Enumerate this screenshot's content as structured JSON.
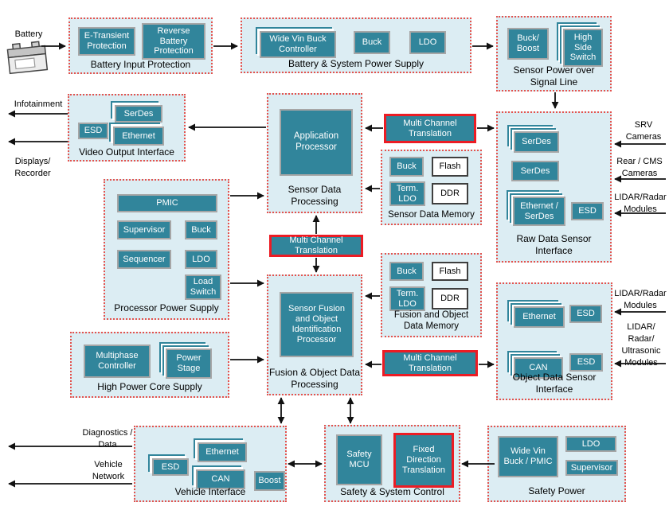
{
  "colors": {
    "block_teal": "#31859B",
    "group_background": "#DCEDF3",
    "group_border_red": "#E4524D",
    "highlight_red": "#EC1C24",
    "block_border_gray": "#A6A6A6"
  },
  "icons": {
    "battery": "battery-icon"
  },
  "external": {
    "battery": "Battery",
    "infotainment": "Infotainment",
    "displays_recorder": "Displays/ Recorder",
    "srv_cameras": "SRV Cameras",
    "rear_cms_cameras": "Rear / CMS Cameras",
    "lidar_radar_modules_top": "LIDAR/Radar Modules",
    "lidar_radar_modules_mid": "LIDAR/Radar Modules",
    "lidar_radar_ultrasonic_modules": "LIDAR/ Radar/ Ultrasonic Modules",
    "diagnostics_data": "Diagnostics / Data",
    "vehicle_network": "Vehicle Network"
  },
  "translations": {
    "mct1": "Multi Channel Translation",
    "mct2": "Multi Channel Translation",
    "mct3": "Multi Channel Translation"
  },
  "groups": {
    "battery_input_protection": {
      "label": "Battery Input Protection",
      "blocks": {
        "e_transient": "E-Transient Protection",
        "reverse_battery": "Reverse Battery Protection"
      }
    },
    "battery_system_power": {
      "label": "Battery & System Power Supply",
      "blocks": {
        "wide_vin_buck": "Wide Vin Buck Controller",
        "buck": "Buck",
        "ldo": "LDO"
      }
    },
    "sensor_power_signal": {
      "label": "Sensor Power over Signal Line",
      "blocks": {
        "buck_boost": "Buck/ Boost",
        "high_side_switch": "High Side Switch"
      }
    },
    "video_output": {
      "label": "Video Output Interface",
      "blocks": {
        "serdes": "SerDes",
        "esd": "ESD",
        "ethernet": "Ethernet"
      }
    },
    "sensor_data_processing": {
      "label": "Sensor Data Processing",
      "blocks": {
        "application_processor": "Application Processor"
      }
    },
    "sensor_data_memory": {
      "label": "Sensor Data Memory",
      "blocks": {
        "buck": "Buck",
        "flash": "Flash",
        "term_ldo": "Term. LDO",
        "ddr": "DDR"
      }
    },
    "raw_data_sensor": {
      "label": "Raw Data Sensor Interface",
      "blocks": {
        "serdes1": "SerDes",
        "serdes2": "SerDes",
        "ethernet_serdes": "Ethernet / SerDes",
        "esd": "ESD"
      }
    },
    "processor_power": {
      "label": "Processor Power Supply",
      "blocks": {
        "pmic": "PMIC",
        "supervisor": "Supervisor",
        "buck": "Buck",
        "sequencer": "Sequencer",
        "ldo": "LDO",
        "load_switch": "Load Switch"
      }
    },
    "fusion_processing": {
      "label": "Fusion & Object Data Processing",
      "blocks": {
        "sensor_fusion": "Sensor Fusion and Object Identification Processor"
      }
    },
    "fusion_memory": {
      "label": "Fusion and Object Data Memory",
      "blocks": {
        "buck": "Buck",
        "flash": "Flash",
        "term_ldo": "Term. LDO",
        "ddr": "DDR"
      }
    },
    "object_data_sensor": {
      "label": "Object Data Sensor Interface",
      "blocks": {
        "ethernet": "Ethernet",
        "esd1": "ESD",
        "can": "CAN",
        "esd2": "ESD"
      }
    },
    "high_power_core": {
      "label": "High Power Core Supply",
      "blocks": {
        "multiphase": "Multiphase Controller",
        "power_stage": "Power Stage"
      }
    },
    "vehicle_interface": {
      "label": "Vehicle Interface",
      "blocks": {
        "esd": "ESD",
        "ethernet": "Ethernet",
        "can": "CAN",
        "boost": "Boost"
      }
    },
    "safety_system_control": {
      "label": "Safety & System Control",
      "blocks": {
        "safety_mcu": "Safety MCU",
        "fixed_direction": "Fixed Direction Translation"
      }
    },
    "safety_power": {
      "label": "Safety Power",
      "blocks": {
        "wide_vin_buck_pmic": "Wide Vin Buck / PMIC",
        "ldo": "LDO",
        "supervisor": "Supervisor"
      }
    }
  }
}
